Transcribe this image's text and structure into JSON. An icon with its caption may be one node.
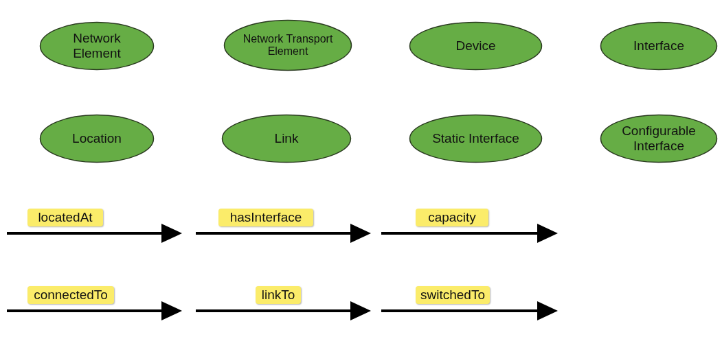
{
  "diagram": {
    "nodes": [
      {
        "text": [
          "Network Element"
        ]
      },
      {
        "text": [
          "Network Transport Element"
        ]
      },
      {
        "text": [
          "Device"
        ]
      },
      {
        "text": [
          "Interface"
        ]
      },
      {
        "text": [
          "Location"
        ]
      },
      {
        "text": [
          "Link"
        ]
      },
      {
        "text": [
          "Static Interface"
        ]
      },
      {
        "text": [
          "Configurable Interface"
        ]
      },
      {
        "text": [
          "locatedAt"
        ]
      },
      {
        "text": [
          "hasInterface"
        ]
      },
      {
        "text": [
          "capacity"
        ]
      },
      {
        "text": [
          "connectedTo"
        ]
      },
      {
        "text": [
          "linkTo"
        ]
      },
      {
        "text": [
          "switchedTo"
        ]
      }
    ]
  }
}
